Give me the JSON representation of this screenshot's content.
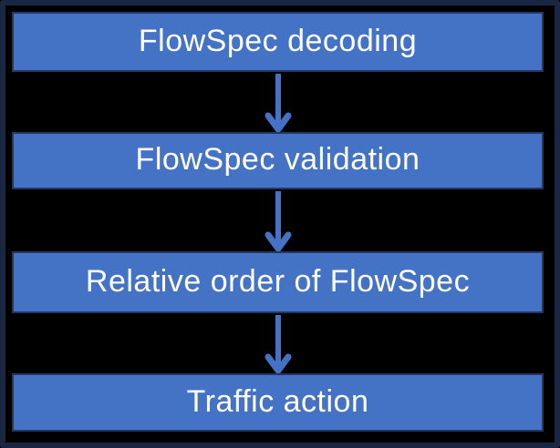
{
  "diagram": {
    "type": "flowchart",
    "direction": "top-down",
    "nodes": [
      {
        "id": "decoding",
        "label": "FlowSpec decoding"
      },
      {
        "id": "validation",
        "label": "FlowSpec validation"
      },
      {
        "id": "order",
        "label": "Relative order of FlowSpec"
      },
      {
        "id": "action",
        "label": "Traffic action"
      }
    ],
    "edges": [
      {
        "from": "decoding",
        "to": "validation",
        "style": "down-arrow"
      },
      {
        "from": "validation",
        "to": "order",
        "style": "down-arrow"
      },
      {
        "from": "order",
        "to": "action",
        "style": "down-arrow"
      }
    ]
  },
  "colors": {
    "node_fill": "#4472c4",
    "node_border": "#1f3864",
    "node_text": "#ffffff",
    "arrow": "#4472c4",
    "background": "#000000",
    "frame_border": "#1a2742"
  }
}
